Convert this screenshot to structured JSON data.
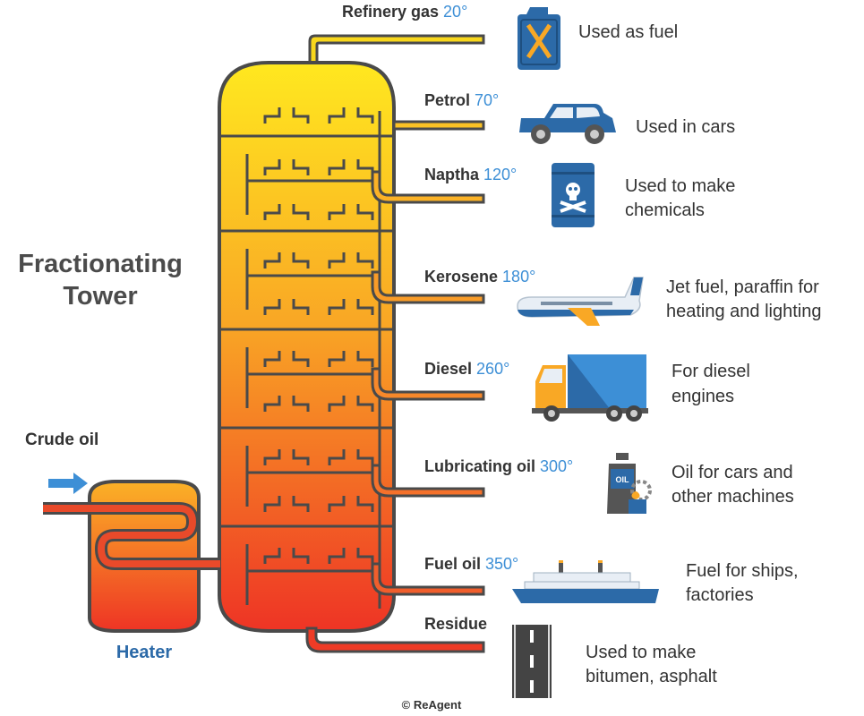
{
  "title": {
    "line1": "Fractionating",
    "line2": "Tower"
  },
  "crude_oil": "Crude oil",
  "heater": "Heater",
  "copyright": "© ReAgent",
  "colors": {
    "tower_top": "#ffe81f",
    "tower_bottom": "#ee3425",
    "outline": "#4a4a4a",
    "temp_text": "#3d8fd6",
    "label_text": "#333333",
    "heater_label": "#2c6aa8",
    "arrow": "#3d8fd6",
    "pipe_top": "#f8d71c"
  },
  "fractions": [
    {
      "name": "Refinery gas",
      "temp": "20°",
      "icon": "fuel-can-icon",
      "use_lines": [
        "Used as fuel"
      ]
    },
    {
      "name": "Petrol",
      "temp": "70°",
      "icon": "car-icon",
      "use_lines": [
        "Used in cars"
      ]
    },
    {
      "name": "Naptha",
      "temp": "120°",
      "icon": "toxic-barrel-icon",
      "use_lines": [
        "Used to make",
        "chemicals"
      ]
    },
    {
      "name": "Kerosene",
      "temp": "180°",
      "icon": "airplane-icon",
      "use_lines": [
        "Jet fuel, paraffin for",
        "heating and lighting"
      ]
    },
    {
      "name": "Diesel",
      "temp": "260°",
      "icon": "truck-icon",
      "use_lines": [
        "For diesel",
        "engines"
      ]
    },
    {
      "name": "Lubricating oil",
      "temp": "300°",
      "icon": "oil-bottle-icon",
      "use_lines": [
        "Oil for cars and",
        "other machines"
      ]
    },
    {
      "name": "Fuel oil",
      "temp": "350°",
      "icon": "ship-icon",
      "use_lines": [
        "Fuel for ships,",
        "factories"
      ]
    },
    {
      "name": "Residue",
      "temp": "",
      "icon": "road-icon",
      "use_lines": [
        "Used to make",
        "bitumen, asphalt"
      ]
    }
  ],
  "oil_bottle_label": "OIL"
}
